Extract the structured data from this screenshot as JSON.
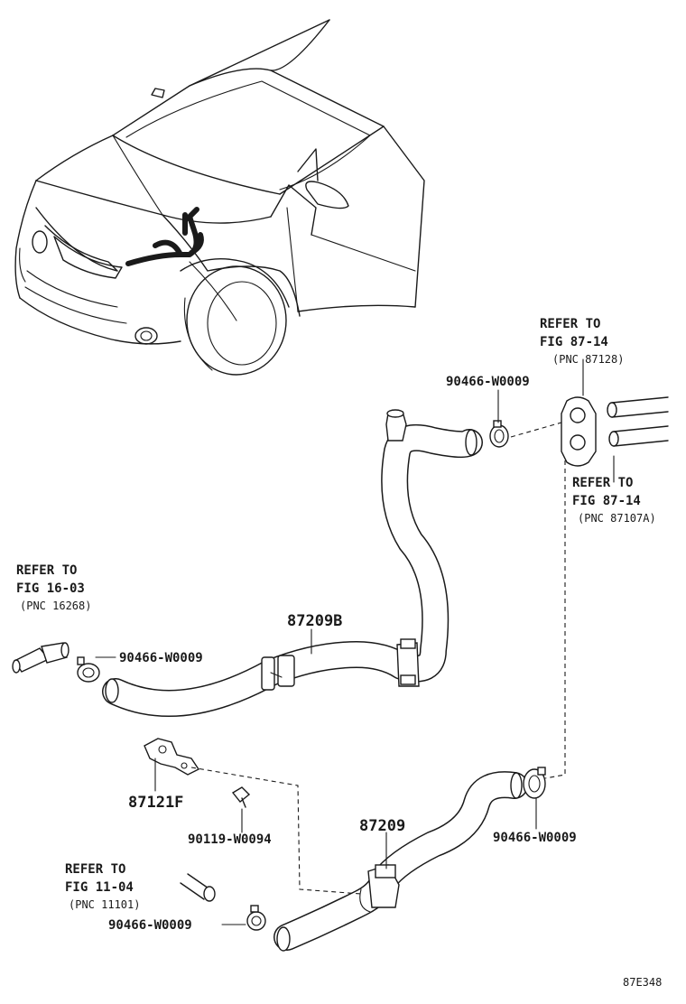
{
  "labels": {
    "refer_top_1": "REFER TO",
    "refer_top_2": "FIG 87-14",
    "refer_top_3": "(PNC 87128)",
    "refer_right_1": "REFER TO",
    "refer_right_2": "FIG 87-14",
    "refer_right_3": "(PNC 87107A)",
    "refer_left_1": "REFER TO",
    "refer_left_2": "FIG 16-03",
    "refer_left_3": "(PNC 16268)",
    "refer_bottom_1": "REFER TO",
    "refer_bottom_2": "FIG 11-04",
    "refer_bottom_3": "(PNC 11101)",
    "clamp_top": "90466-W0009",
    "clamp_left": "90466-W0009",
    "clamp_right": "90466-W0009",
    "clamp_bottom": "90466-W0009",
    "hose_upper": "87209B",
    "hose_lower": "87209",
    "bracket": "87121F",
    "bolt": "90119-W0094",
    "figure_code": "87E348"
  }
}
